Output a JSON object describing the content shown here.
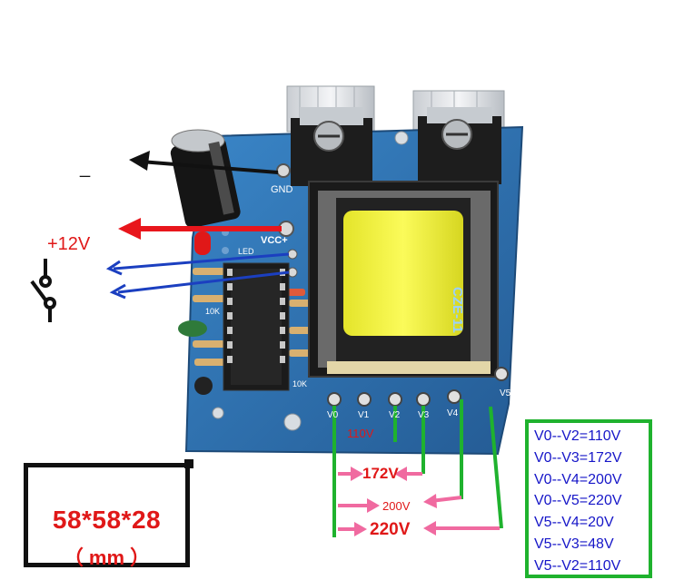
{
  "labels": {
    "minus": "_",
    "plus12v": "+12V",
    "gnd": "GND",
    "vcc": "VCC+",
    "led": "LED",
    "res1": "10K",
    "res2": "10K",
    "board_mark": "CZE-11",
    "pins": [
      "V0",
      "V1",
      "V2",
      "V3",
      "V4",
      "V5"
    ],
    "v110": "110V",
    "v172": "172V",
    "v200": "200V",
    "v220": "220V"
  },
  "dimensions": {
    "size": "58*58*28",
    "unit": "（ mm ）"
  },
  "legend": [
    "V0--V2=110V",
    "V0--V3=172V",
    "V0--V4=200V",
    "V0--V5=220V",
    "V5--V4=20V",
    "V5--V3=48V",
    "V5--V2=110V"
  ],
  "colors": {
    "arrow_black": "#111111",
    "arrow_red": "#e8161c",
    "arrow_blue": "#1b3fc0",
    "wire_green": "#1fb22e",
    "arrow_pink": "#f06aa0",
    "pcb_blue": "#2e6fae",
    "core_yellow": "#f2f23a",
    "legend_text": "#1616c8",
    "legend_border": "#1fb22e"
  },
  "icons": [
    "switch-icon",
    "capacitor-icon",
    "transformer-icon",
    "ic-chip-icon",
    "heatsink-icon"
  ]
}
